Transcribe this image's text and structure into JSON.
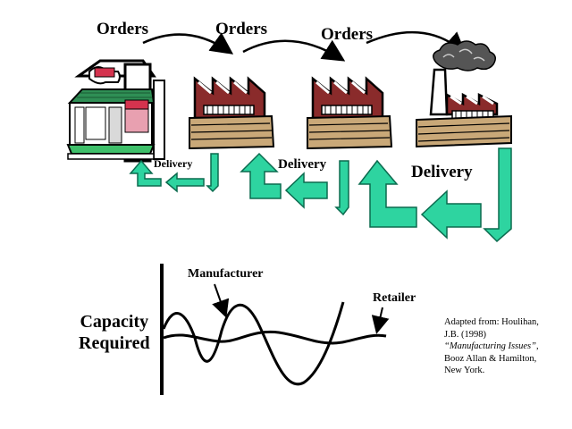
{
  "labels": {
    "orders_1": "Orders",
    "orders_2": "Orders",
    "orders_3": "Orders",
    "delivery_1": "Delivery",
    "delivery_2": "Delivery",
    "delivery_3": "Delivery",
    "capacity_line1": "Capacity",
    "capacity_line2": "Required",
    "manufacturer": "Manufacturer",
    "retailer": "Retailer"
  },
  "citation": {
    "line1": "Adapted from: Houlihan, J.B. (1998)",
    "title": "“Manufacturing Issues”",
    "line2": ", Booz Allan & Hamilton, New York."
  },
  "colors": {
    "arrow_fill": "#2ed4a0",
    "arrow_stroke": "#0b6b4f",
    "store_roof": "#2f8f55",
    "store_awning": "#e8a0b0",
    "brick": "#8a2b2b",
    "base": "#c9a878",
    "ink": "#000000"
  },
  "icons": [
    "butcher-shop-icon",
    "factory-icon",
    "factory-icon",
    "smoking-factory-icon"
  ]
}
